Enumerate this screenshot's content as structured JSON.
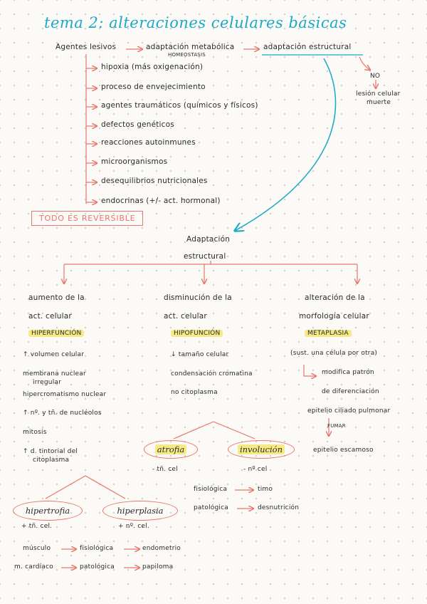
{
  "title": "tema 2: alteraciones celulares básicas",
  "top": {
    "agentes": "Agentes lesivos",
    "adaptacion_metabolica": "adaptación metabólica",
    "homeostasis": "HOMEOSTASIS",
    "adaptacion_estructural": "adaptación estructural",
    "no": "NO",
    "lesion": "lesión celular",
    "muerte": "muerte"
  },
  "agents": [
    "hipoxia (más oxigenación)",
    "proceso de envejecimiento",
    "agentes traumáticos (químicos y físicos)",
    "defectos genéticos",
    "reacciones autoinmunes",
    "microorganismos",
    "desequilibrios nutricionales",
    "endocrinas (+/- act. hormonal)"
  ],
  "reversible": "TODO ES REVERSIBLE",
  "adaptacion": {
    "line1": "Adaptación",
    "line2": "estructural"
  },
  "col1": {
    "line1": "aumento de la",
    "line2": "act. celular",
    "tag": "HIPERFUNCIÓN",
    "items": [
      "↑ volumen celular",
      "membrana nuclear",
      "irregular",
      "hipercromatismo nuclear",
      "↑ nº. y tñ. de nucléolos",
      "mitosis",
      "↑ d. tintorial del",
      "citoplasma"
    ]
  },
  "col2": {
    "line1": "disminución de la",
    "line2": "act. celular",
    "tag": "HIPOFUNCIÓN",
    "items": [
      "↓ tamaño celular",
      "condensación cromatina",
      "no citoplasma"
    ]
  },
  "col3": {
    "line1": "alteración de la",
    "line2": "morfología celular",
    "tag": "METAPLASIA",
    "items": [
      "(sust. una célula por otra)",
      "modifica patrón",
      "de diferenciación",
      "epitelio ciliado pulmonar",
      "FUMAR",
      "epitelio escamoso"
    ]
  },
  "atrofia": {
    "label": "atrofia",
    "sub": "- tñ. cel"
  },
  "involucion": {
    "label": "involución",
    "sub": "- nº cel"
  },
  "inv_types": {
    "fisiologica": "fisiológica",
    "timo": "timo",
    "patologica": "patológica",
    "desnutricion": "desnutrición"
  },
  "hipertrofia": {
    "label": "hipertrofia",
    "sub": "+ tñ. cel."
  },
  "hiperplasia": {
    "label": "hiperplasia",
    "sub": "+ nº. cel."
  },
  "hyp_types": {
    "musculo": "músculo",
    "fisiologica": "fisiológica",
    "endometrio": "endometrio",
    "cardiaco": "m. cardíaco",
    "patologica": "patológica",
    "papiloma": "papiloma"
  },
  "colors": {
    "accent": "#1ba9c6",
    "coral": "#e8766d",
    "highlight": "#f7ea86",
    "dots": "#c9c6bd"
  }
}
